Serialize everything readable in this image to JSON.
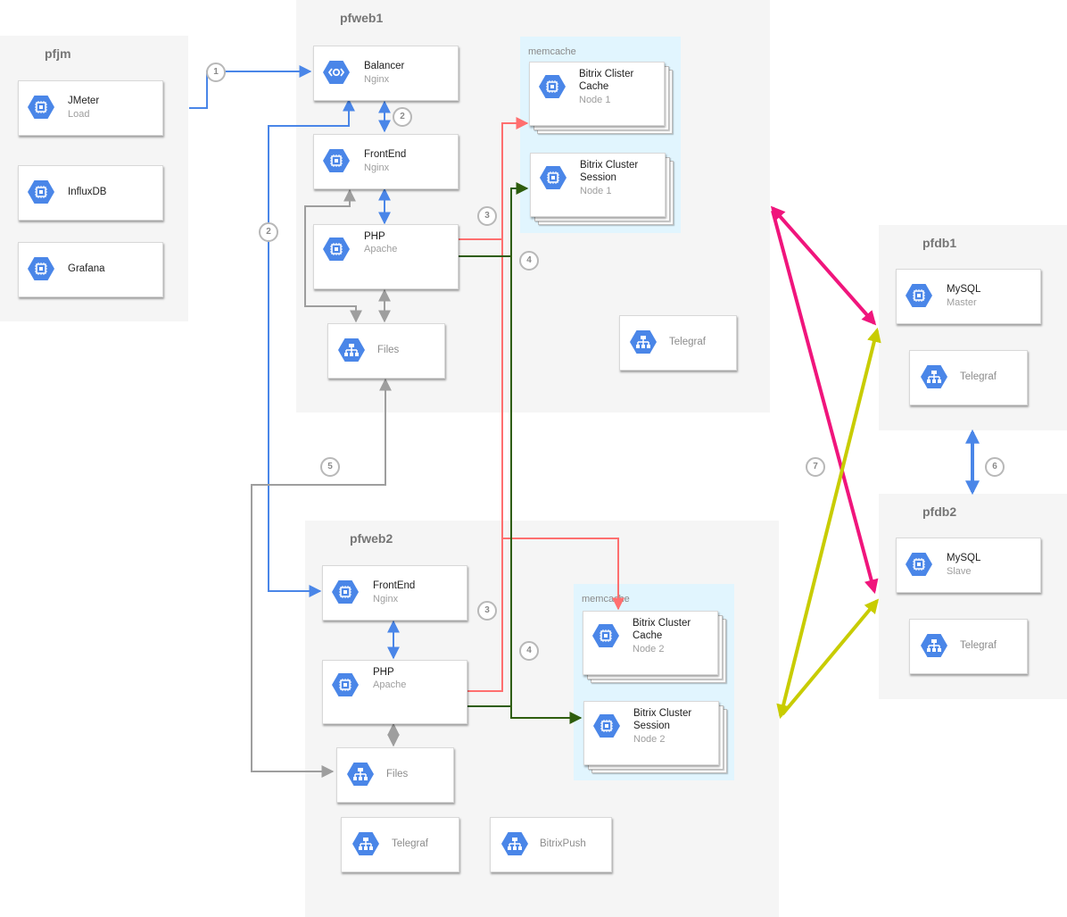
{
  "zones": {
    "pfjm": "pfjm",
    "pfweb1": "pfweb1",
    "pfweb2": "pfweb2",
    "pfdb1": "pfdb1",
    "pfdb2": "pfdb2",
    "memcache1": "memcache",
    "memcache2": "memcache"
  },
  "nodes": {
    "jmeter": {
      "title": "JMeter",
      "sub": "Load",
      "icon": "compute-engine-icon"
    },
    "influxdb": {
      "title": "InfluxDB",
      "icon": "compute-engine-icon"
    },
    "grafana": {
      "title": "Grafana",
      "icon": "compute-engine-icon"
    },
    "balancer": {
      "title": "Balancer",
      "sub": "Nginx",
      "icon": "load-balancer-icon"
    },
    "frontend1": {
      "title": "FrontEnd",
      "sub": "Nginx",
      "icon": "compute-engine-icon"
    },
    "php1": {
      "title": "PHP",
      "sub": "Apache",
      "icon": "compute-engine-icon"
    },
    "files1": {
      "title": "Files",
      "icon": "filestore-icon"
    },
    "cache1": {
      "title1": "Bitrix Clister",
      "title2": "Cache",
      "sub": "Node 1",
      "icon": "compute-engine-icon"
    },
    "session1": {
      "title1": "Bitrix Cluster",
      "title2": "Session",
      "sub": "Node 1",
      "icon": "compute-engine-icon"
    },
    "telegraf_web1": {
      "title": "Telegraf",
      "icon": "filestore-icon"
    },
    "frontend2": {
      "title": "FrontEnd",
      "sub": "Nginx",
      "icon": "compute-engine-icon"
    },
    "php2": {
      "title": "PHP",
      "sub": "Apache",
      "icon": "compute-engine-icon"
    },
    "files2": {
      "title": "Files",
      "icon": "filestore-icon"
    },
    "cache2": {
      "title1": "Bitrix Cluster",
      "title2": "Cache",
      "sub": "Node 2",
      "icon": "compute-engine-icon"
    },
    "session2": {
      "title1": "Bitrix Cluster",
      "title2": "Session",
      "sub": "Node 2",
      "icon": "compute-engine-icon"
    },
    "telegraf_web2": {
      "title": "Telegraf",
      "icon": "filestore-icon"
    },
    "bitrixpush": {
      "title": "BitrixPush",
      "icon": "filestore-icon"
    },
    "mysql_master": {
      "title": "MySQL",
      "sub": "Master",
      "icon": "compute-engine-icon"
    },
    "telegraf_db1": {
      "title": "Telegraf",
      "icon": "filestore-icon"
    },
    "mysql_slave": {
      "title": "MySQL",
      "sub": "Slave",
      "icon": "compute-engine-icon"
    },
    "telegraf_db2": {
      "title": "Telegraf",
      "icon": "filestore-icon"
    }
  },
  "badges": [
    "1",
    "2",
    "2",
    "3",
    "4",
    "5",
    "3",
    "4",
    "7",
    "6"
  ],
  "colors": {
    "zone_bg": "#f5f5f5",
    "memcache_bg": "#e1f5fe",
    "hex_blue": "#4a86e8",
    "http_blue": "#4a86e8",
    "cache_red": "#ff6f6f",
    "session_green": "#2e5d0e",
    "files_gray": "#9e9e9e",
    "master_magenta": "#f0157c",
    "slave_yellow": "#c8cc00",
    "replication_blue": "#4a86e8"
  }
}
